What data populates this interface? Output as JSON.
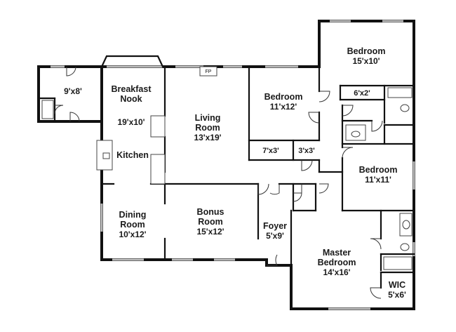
{
  "rooms": {
    "bedroom_ne": {
      "name": "Bedroom",
      "dim": "15'x10'"
    },
    "bedroom_mid": {
      "name": "Bedroom",
      "dim": "11'x12'"
    },
    "bedroom_e": {
      "name": "Bedroom",
      "dim": "11'x11'"
    },
    "breakfast_nook": {
      "line1": "Breakfast",
      "line2": "Nook",
      "dim": "19'x10'"
    },
    "kitchen": {
      "name": "Kitchen"
    },
    "living_room": {
      "line1": "Living",
      "line2": "Room",
      "dim": "13'x19'"
    },
    "dining_room": {
      "line1": "Dining",
      "line2": "Room",
      "dim": "10'x12'"
    },
    "bonus_room": {
      "line1": "Bonus",
      "line2": "Room",
      "dim": "15'x12'"
    },
    "foyer": {
      "name": "Foyer",
      "dim": "5'x9'"
    },
    "master_bedroom": {
      "line1": "Master",
      "line2": "Bedroom",
      "dim": "14'x16'"
    },
    "wic": {
      "name": "WIC",
      "dim": "5'x6'"
    },
    "utility": {
      "dim": "9'x8'"
    },
    "closet_a": {
      "dim": "6'x2'"
    },
    "closet_b": {
      "dim": "7'x3'"
    },
    "closet_c": {
      "dim": "3'x3'"
    }
  },
  "fireplace": {
    "label": "FP"
  }
}
